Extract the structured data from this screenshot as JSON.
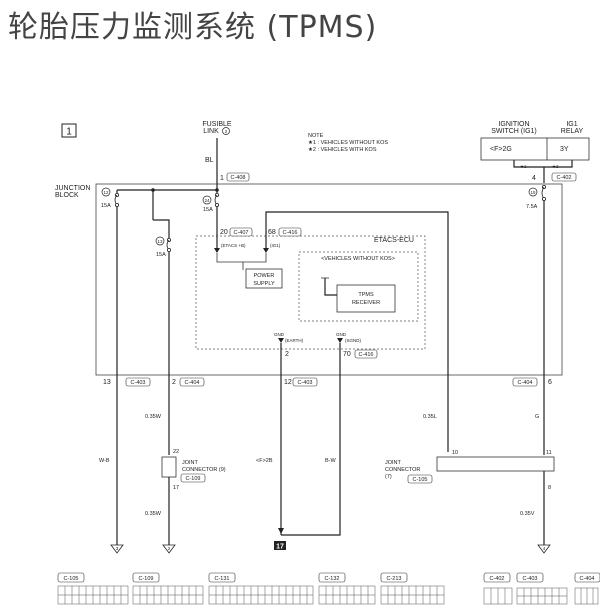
{
  "title": "轮胎压力监测系统 (TPMS)",
  "section": "1",
  "note": {
    "heading": "NOTE",
    "line1": "★1 : VEHICLES WITHOUT KOS",
    "line2": "★2 : VEHICLES WITH KOS"
  },
  "fusible_link": {
    "line1": "FUSIBLE",
    "line2": "LINK",
    "num": "2",
    "wire": "BL",
    "pin": "1",
    "conn": "C-408"
  },
  "ignition_switch": {
    "line1": "IGNITION",
    "line2": "SWITCH (IG1)",
    "code": "<F>2G",
    "star": "★1"
  },
  "ig1_relay": {
    "line1": "IG1",
    "line2": "RELAY",
    "code": "3Y",
    "star": "★2"
  },
  "junction_block": {
    "line1": "JUNCTION",
    "line2": "BLOCK"
  },
  "fuses": [
    {
      "num": "12",
      "amp": "15A"
    },
    {
      "num": "24",
      "amp": "15A"
    },
    {
      "num": "13",
      "amp": "15A"
    },
    {
      "num": "15",
      "amp": "7.5A"
    }
  ],
  "etacs": {
    "title": "ETACS-ECU",
    "pin_top_left": "20",
    "conn_top_left": "C-407",
    "pin_top_right": "68",
    "conn_top_right": "C-416",
    "term_etacs": "(ETACS +B)",
    "term_ig1": "(IG1)",
    "power_supply_1": "POWER",
    "power_supply_2": "SUPPLY",
    "vehicles_without_kos": "<VEHICLES WITHOUT KOS>",
    "receiver_1": "TPMS",
    "receiver_2": "RECEIVER",
    "gnd1": "GND",
    "gnd1_label": "(EARTH)",
    "gnd2": "GND",
    "gnd2_label": "(SGND)",
    "pin_gnd1": "2",
    "pin_gnd2": "70",
    "conn_gnd2": "C-416"
  },
  "right_fuse_pin": "4",
  "right_fuse_conn": "C-402",
  "bottom_pins": [
    {
      "pin": "13",
      "conn": "C-403"
    },
    {
      "pin": "2",
      "conn": "C-404"
    },
    {
      "pin": "12",
      "conn": "C-403"
    },
    {
      "pin": "6",
      "conn": "C-404"
    }
  ],
  "wires": {
    "w1": "0.35W",
    "w2": "0.35L",
    "w3": "G",
    "w4": "W-B",
    "w5": "B-W",
    "w6": "0.35W",
    "w7": "0.35V",
    "ground_code": "<F>2B"
  },
  "joint_connector_9": {
    "pin_in": "22",
    "line1": "JOINT",
    "line2": "CONNECTOR (9)",
    "conn": "C-109",
    "pin_out": "17"
  },
  "joint_connector_7": {
    "pin_left": "10",
    "pin_right": "11",
    "line1": "JOINT",
    "line2": "CONNECTOR",
    "line3": "(7)",
    "conn": "C-105",
    "pin_out": "8"
  },
  "terminals": [
    "3",
    "2",
    "17",
    "4"
  ],
  "connectors": [
    "C-105",
    "C-109",
    "C-131",
    "C-132",
    "C-213",
    "C-402",
    "C-403",
    "C-404"
  ]
}
